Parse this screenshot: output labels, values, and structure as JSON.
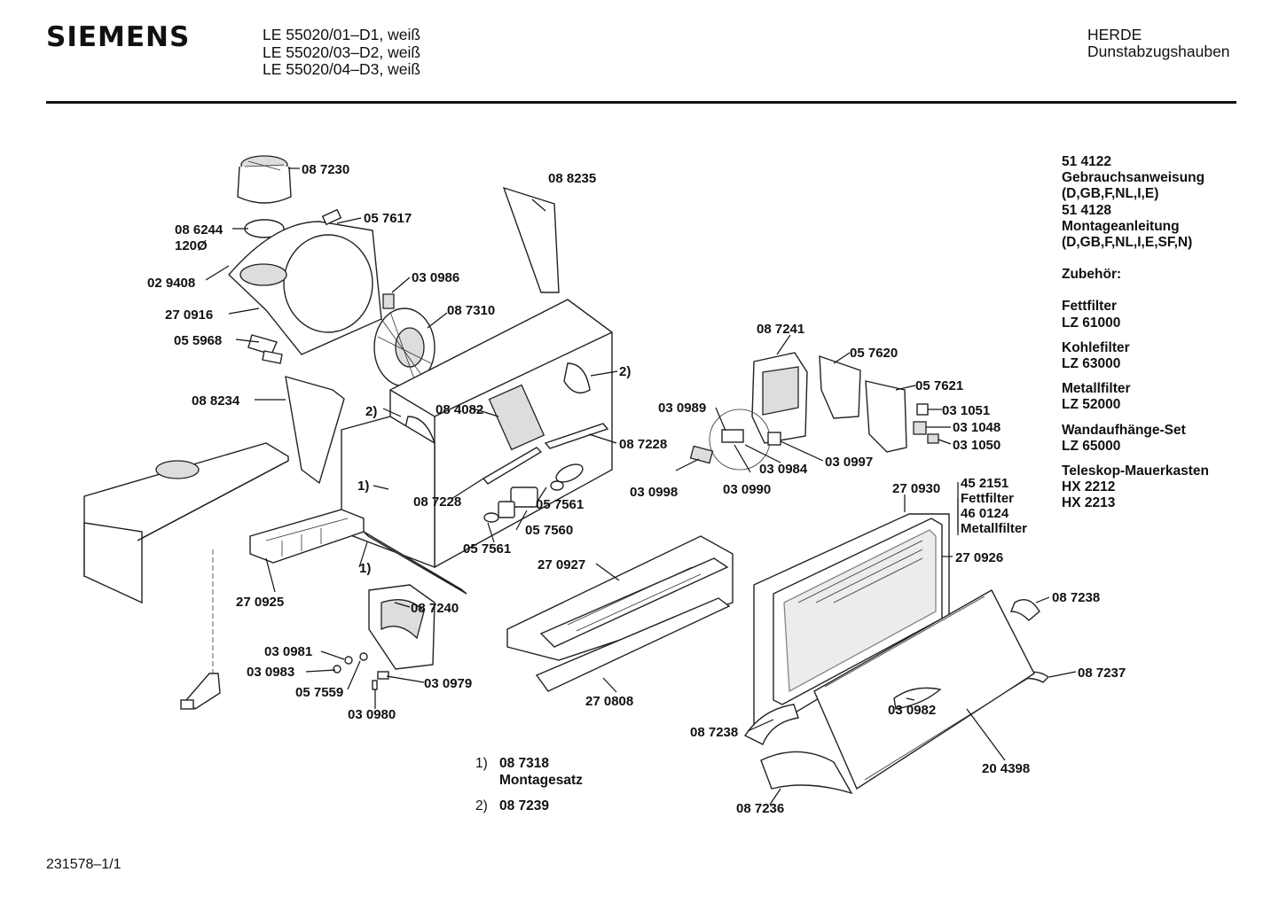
{
  "header": {
    "brand": "SIEMENS",
    "models": [
      "LE 55020/01–D1, weiß",
      "LE 55020/03–D2, weiß",
      "LE 55020/04–D3, weiß"
    ],
    "category": "HERDE",
    "subcategory": "Dunstabzugshauben"
  },
  "sidebar": {
    "doc1_no": "51 4122",
    "doc1_title": "Gebrauchsanweisung",
    "doc1_langs": "(D,GB,F,NL,I,E)",
    "doc2_no": "51 4128",
    "doc2_title": "Montageanleitung",
    "doc2_langs": "(D,GB,F,NL,I,E,SF,N)",
    "accessories_title": "Zubehör:",
    "items": [
      {
        "name": "Fettfilter",
        "codes": [
          "LZ 61000"
        ]
      },
      {
        "name": "Kohlefilter",
        "codes": [
          "LZ 63000"
        ]
      },
      {
        "name": "Metallfilter",
        "codes": [
          "LZ 52000"
        ]
      },
      {
        "name": "Wandaufhänge-Set",
        "codes": [
          "LZ 65000"
        ]
      },
      {
        "name": "Teleskop-Mauerkasten",
        "codes": [
          "HX 2212",
          "HX 2213"
        ]
      }
    ]
  },
  "callouts": [
    "08 7230",
    "08 6244",
    "120Ø",
    "02 9408",
    "05 7617",
    "03 0986",
    "27 0916",
    "08 7310",
    "05 5968",
    "08 8234",
    "08 8235",
    "08 4082",
    "2)",
    "2)",
    "08 7228",
    "08 7228",
    "1)",
    "1)",
    "05 7561",
    "05 7561",
    "05 7560",
    "27 0925",
    "08 7240",
    "03 0981",
    "03 0983",
    "05 7559",
    "03 0979",
    "03 0980",
    "27 0927",
    "27 0808",
    "08 7241",
    "05 7620",
    "05 7621",
    "03 0989",
    "03 1051",
    "03 1048",
    "03 1050",
    "03 0997",
    "03 0984",
    "03 0998",
    "03 0990",
    "27 0930",
    "45 2151",
    "Fettfilter",
    "46 0124",
    "Metallfilter",
    "27 0926",
    "08 7238",
    "08 7237",
    "03 0982",
    "08 7238",
    "20 4398",
    "08 7236"
  ],
  "legend": {
    "n1": "1)",
    "n1_code": "08 7318",
    "n1_text": "Montagesatz",
    "n2": "2)",
    "n2_code": "08 7239"
  },
  "footer": "231578–1/1"
}
